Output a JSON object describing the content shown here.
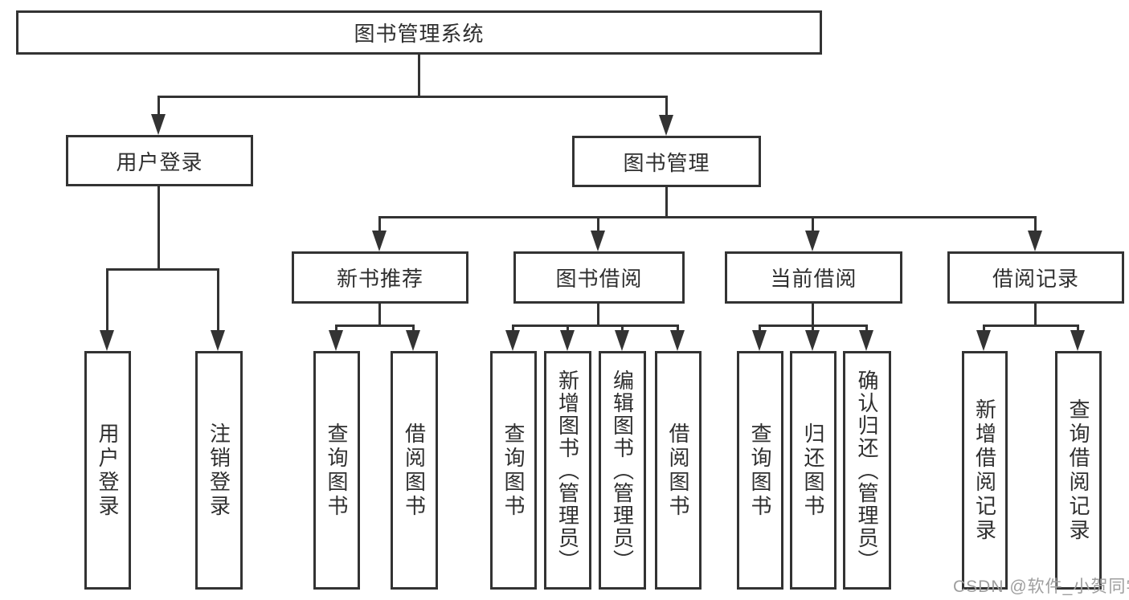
{
  "diagram": {
    "title": "图书管理系统",
    "level1": {
      "user_login": "用户登录",
      "book_management": "图书管理"
    },
    "level2": {
      "new_book_recommend": "新书推荐",
      "book_borrow": "图书借阅",
      "current_borrow": "当前借阅",
      "borrow_records": "借阅记录"
    },
    "leaves": {
      "user_login_leaf": "用户登录",
      "logout": "注销登录",
      "rec_query_books": "查询图书",
      "rec_borrow_books": "借阅图书",
      "bb_query_books": "查询图书",
      "bb_add_books": "新增图书（管理员）",
      "bb_edit_books": "编辑图书（管理员）",
      "bb_borrow_books": "借阅图书",
      "cb_query_books": "查询图书",
      "cb_return_books": "归还图书",
      "cb_confirm_return": "确认归还（管理员）",
      "br_add_record": "新增借阅记录",
      "br_query_record": "查询借阅记录"
    },
    "watermark": "CSDN @软件_小贺同学",
    "colors": {
      "line": "#333333",
      "text": "#2f2f2f",
      "watermark": "#9e9e9e",
      "background": "#ffffff"
    }
  }
}
